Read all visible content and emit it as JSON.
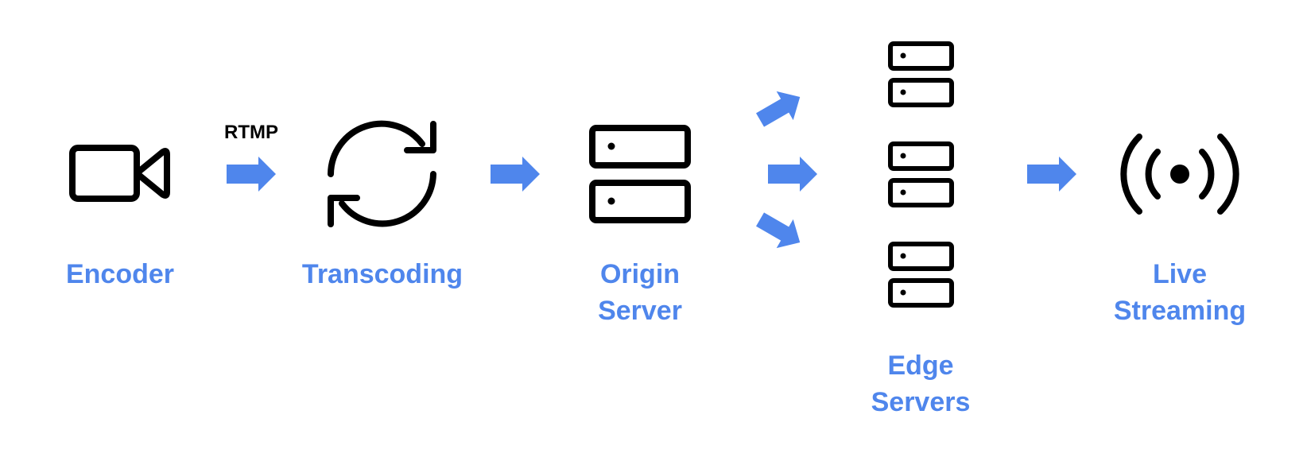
{
  "colors": {
    "accent": "#4f86ec",
    "icon": "#000000",
    "background": "#ffffff"
  },
  "stages": {
    "encoder": {
      "label": "Encoder",
      "icon": "video-camera-icon"
    },
    "transcoding": {
      "label": "Transcoding",
      "icon": "sync-arrows-icon"
    },
    "origin": {
      "label_line1": "Origin",
      "label_line2": "Server",
      "icon": "server-icon"
    },
    "edge": {
      "label_line1": "Edge",
      "label_line2": "Servers",
      "icon": "server-icon",
      "count": 3
    },
    "live": {
      "label_line1": "Live",
      "label_line2": "Streaming",
      "icon": "broadcast-icon"
    }
  },
  "connections": {
    "encoder_to_transcoding": {
      "label": "RTMP"
    }
  }
}
